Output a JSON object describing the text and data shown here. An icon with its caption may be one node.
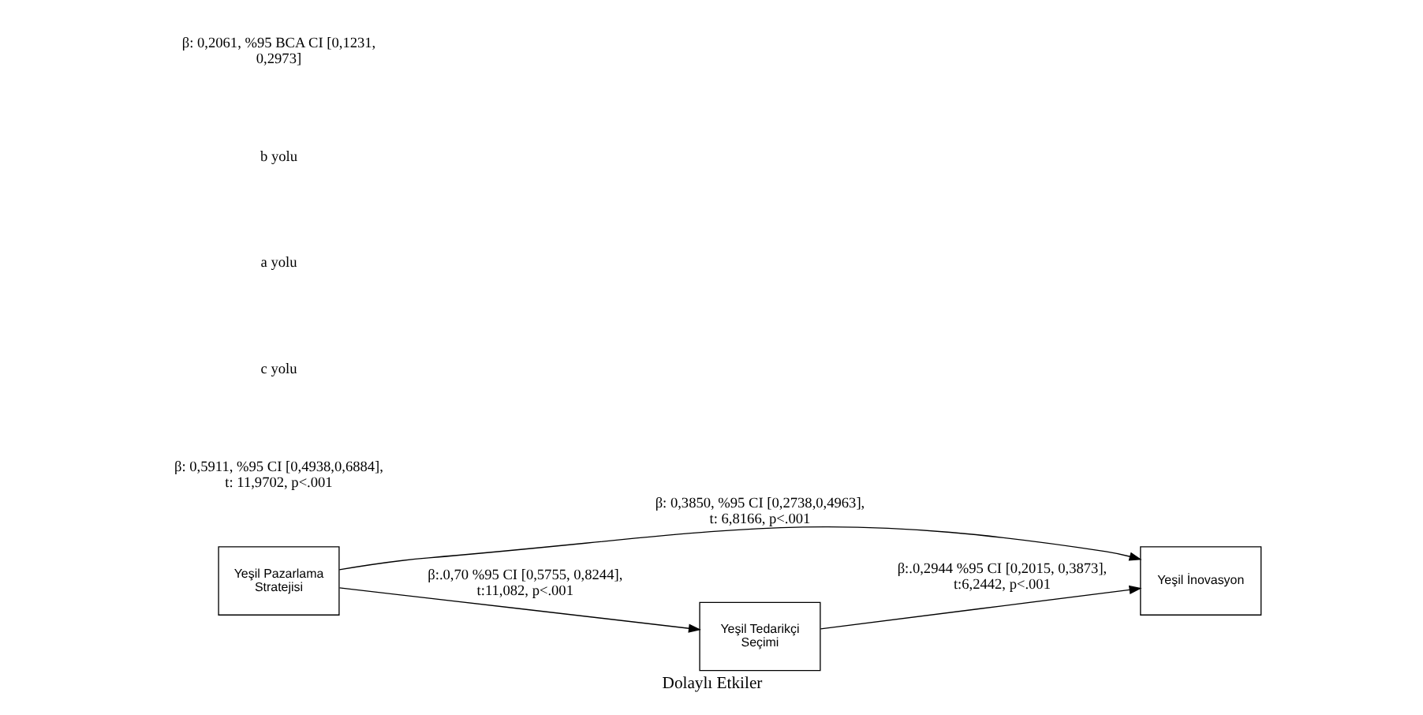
{
  "diagram": {
    "caption": "Dolaylı Etkiler",
    "nodes": [
      {
        "text": [
          "Yeşil Pazarlama Stratejisi"
        ]
      },
      {
        "text": [
          "Yeşil İnovasyon"
        ]
      },
      {
        "text": [
          "Yeşil Tedarikçi Seçimi"
        ]
      }
    ],
    "edges": [
      {
        "from": 0,
        "to": 1,
        "arrow": "to",
        "label": "β: 0,3850, %95 CI [0,2738,0,4963], t: 6,8166, p<.001"
      },
      {
        "from": 0,
        "to": 2,
        "arrow": "to",
        "label": "β:.0,70 %95 CI [0,5755, 0,8244], t:11,082, p<.001"
      },
      {
        "from": 2,
        "to": 1,
        "arrow": "to",
        "label": "β:.0,2944 %95 CI [0,2015, 0,3873], t:6,2442, p<.001"
      }
    ],
    "labels": [
      "β: 0,5911, %95 CI [0,4938,0,6884], t: 11,9702, p<.001",
      "c yolu",
      "a yolu",
      "b yolu",
      "β: 0,2061, %95 BCA CI [0,1231, 0,2973]"
    ]
  }
}
